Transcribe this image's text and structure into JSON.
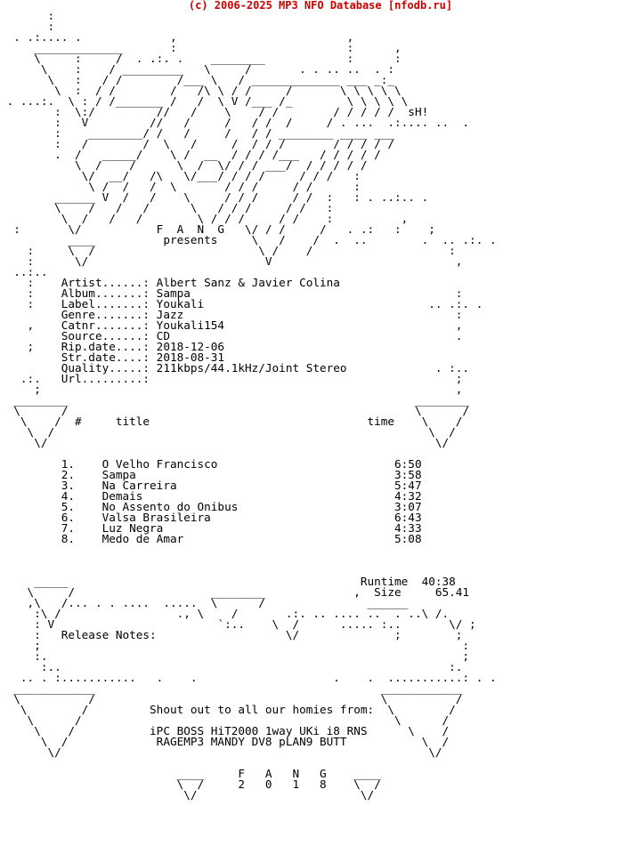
{
  "header": "(c) 2006-2025 MP3 NFO Database [nfodb.ru]",
  "nfo_lines": [
    "       :",
    "       :",
    "  . .:.... .             ,                         ,",
    "     _____________       :                         :      ,",
    "     \\     :     /  . .:. .    ________            :      :",
    "      \\    :    / _________   \\     /       . . .. ..  . :",
    "       \\   :   / /        /___ \\   / _____________ ___ _:_",
    "        \\  :  / /        /   /\\ \\ / /     /       \\ \\ \\ \\ \\",
    " . ...:.  \\ : / /_______ /   /  \\ V /___ /_        \\ \\ \\ \\ \\",
    "        :  \\:/         //   /    \\    / /        / / / / /  sH!",
    "        :   V         //   /     /   / /  /     / . ...  .:.... ..  .",
    "        :    ________/ /   /     /   / / ________ ____ ___",
    "        :   /        /  \\   /     /  / / /       / / / / /",
    "        .  /   _____/    \\ /  __  / / / /___   / / / / /",
    "           \\  /    /      \\  /  \\/ / / ___/  / / / / /",
    "            \\/  __/   /\\   \\/___/ / / /     / / /   :",
    "             \\ /  /   /  \\       / / /     / /      :",
    "        ______ V  /   /    \\     / / /     / /  :   : . ..:.. .",
    "        \\    /   /   /      \\   / / /     / /   :",
    "         \\  /   /   /        \\ / / /     / /    :          ,",
    "  :       \\/           F  A  N  G   \\/ / /     /   . .:   :    ;",
    "          ____          presents     \\   /    /  .  ..        .  .. .:. .",
    "    :     \\  /                        \\ /    /                    :",
    "    :      \\/                          V                           ,",
    "  ..:..",
    "    :    Artist......: Albert Sanz & Javier Colina",
    "    :    Album.......: Sampa                                       :",
    "    :    Label.......: Youkali                                 .. .:. .",
    "         Genre.......: Jazz                                        :",
    "    ,    Catnr.......: Youkali154                                  ,",
    "         Source......: CD                                          .",
    "    ;    Rip.date....: 2018-12-06",
    "         Str.date....: 2018-08-31",
    "         Quality.....: 211kbps/44.1kHz/Joint Stereo             . :..",
    "   .:.   Url.........:                                             ;",
    "     ;                                                             ,",
    "  ________                                                   ________",
    "  \\      /                                                   \\      /",
    "   \\    /  #     title                                time    \\    /",
    "    \\  /                                                       \\  /",
    "     \\/                                                         \\/",
    "",
    "         1.    O Velho Francisco                          6:50",
    "         2.    Sampa                                      3:58",
    "         3.    Na Carreira                                5:47",
    "         4.    Demais                                     4:32",
    "         5.    No Assento do Onibus                       3:07",
    "         6.    Valsa Brasileira                           6:43",
    "         7.    Luz Negra                                  4:33",
    "         8.    Medo de Amar                               5:08",
    "",
    "",
    "",
    "     _____                                           Runtime  40:38",
    "    \\     /                    ________             ,  Size     65.41",
    "    ,\\   /... . . ....  .....  \\      /               ______",
    "     :\\ /                 ., \\    /       .:. .. .... ..  . ..\\ /.",
    "     : V                        `:..    \\  /      ..... :..       \\/ ;",
    "     :   Release Notes:                   \\/              ;        ;",
    "     ;                                                              :",
    "     :.                                                             ;",
    "      :..                                                         :.",
    "   .. . :...........   .    .                    .    .  ...........: . .",
    "  ____________                                          ____________",
    "  \\          /                                          \\          /",
    "   \\        /         Shout out to all our homies from:  \\        /",
    "    \\      /                                              \\      /",
    "     \\    /           iPC BOSS HiT2000 1way UKi i8 RNS      \\    /",
    "      \\  /             RAGEMP3 MANDY DV8 pLAN9 BUTT           \\  /",
    "       \\/                                                      \\/",
    "",
    "                          ____     F   A   N   G    ____",
    "                          \\  /     2   0   1   8    \\  /",
    "                           \\/                        \\/"
  ]
}
